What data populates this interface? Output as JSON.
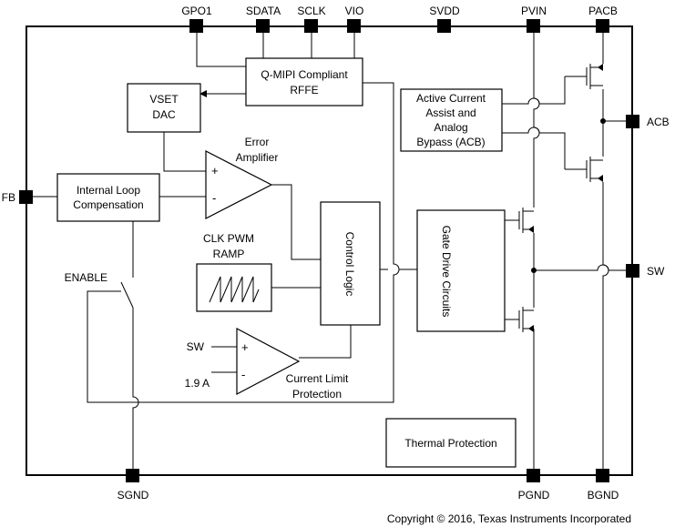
{
  "pins": {
    "gpo1": "GPO1",
    "sdata": "SDATA",
    "sclk": "SCLK",
    "vio": "VIO",
    "svdd": "SVDD",
    "pvin": "PVIN",
    "pacb": "PACB",
    "fb": "FB",
    "acb": "ACB",
    "sw": "SW",
    "sgnd": "SGND",
    "pgnd": "PGND",
    "bgnd": "BGND"
  },
  "blocks": {
    "rffe": [
      "Q-MIPI Compliant",
      "RFFE"
    ],
    "vset_dac": [
      "VSET",
      "DAC"
    ],
    "error_amp": [
      "Error",
      "Amplifier"
    ],
    "loop_comp": [
      "Internal Loop",
      "Compensation"
    ],
    "clk_pwm": [
      "CLK PWM",
      "RAMP"
    ],
    "control_logic": "Control Logic",
    "gate_drive": "Gate Drive Circuits",
    "acb": [
      "Active Current",
      "Assist and",
      "Analog",
      "Bypass (ACB)"
    ],
    "current_limit": [
      "Current Limit",
      "Protection"
    ],
    "thermal": "Thermal Protection"
  },
  "signals": {
    "enable": "ENABLE",
    "cl_sw": "SW",
    "cl_ref": "1.9 A",
    "plus": "+",
    "minus": "-"
  },
  "footer": {
    "copyright": "Copyright © 2016, Texas Instruments Incorporated"
  }
}
